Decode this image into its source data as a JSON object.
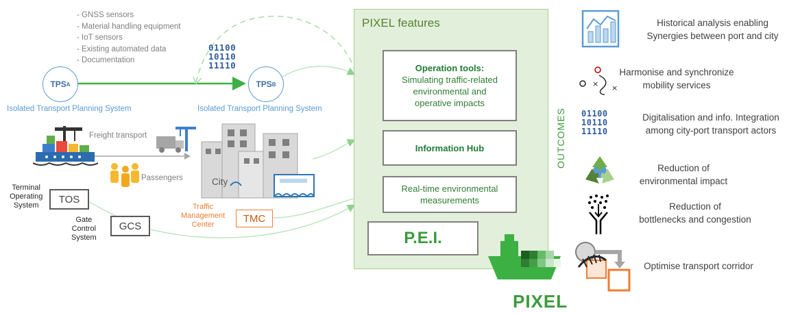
{
  "data_sources": [
    "- GNSS sensors",
    "- Material handling equipment",
    "- IoT sensors",
    "- Existing automated data",
    "- Documentation"
  ],
  "binary": [
    "01100",
    "10110",
    "11110"
  ],
  "tps_a": {
    "main": "TPS",
    "sub": "A",
    "label": "Isolated Transport Planning System"
  },
  "tps_b": {
    "main": "TPS",
    "sub": "B",
    "label": "Isolated Transport Planning System"
  },
  "flows": {
    "freight": "Freight transport",
    "passengers": "Passengers",
    "city": "City"
  },
  "tos": {
    "box": "TOS",
    "label": [
      "Terminal",
      "Operating",
      "System"
    ]
  },
  "gcs": {
    "box": "GCS",
    "label": [
      "Gate",
      "Control",
      "System"
    ]
  },
  "tmc": {
    "box": "TMC",
    "label": [
      "Traffic",
      "Management",
      "Center"
    ]
  },
  "panel": {
    "title": "PIXEL features",
    "operation_title": "Operation tools:",
    "operation_lines": [
      "Simulating traffic-related",
      "environmental and",
      "operative impacts"
    ],
    "hub": "Information Hub",
    "realtime_lines": [
      "Real-time environmental",
      "measurements"
    ],
    "pei": "P.E.I."
  },
  "outcomes_label": "OUTCOMES",
  "outcomes": [
    {
      "icon": "chart-icon",
      "lines": [
        "Historical analysis enabling",
        "Synergies between port and city"
      ]
    },
    {
      "icon": "strategy-icon",
      "lines": [
        "Harmonise and synchronize",
        "mobility services"
      ]
    },
    {
      "icon": "binary-icon",
      "lines": [
        "Digitalisation and info. Integration",
        "among city-port transport actors"
      ]
    },
    {
      "icon": "recycle-icon",
      "lines": [
        "Reduction of",
        "environmental impact"
      ]
    },
    {
      "icon": "funnel-icon",
      "lines": [
        "Reduction of",
        "bottlenecks and congestion"
      ]
    },
    {
      "icon": "corridor-icon",
      "lines": [
        "Optimise transport corridor"
      ]
    }
  ],
  "logo": "PIXEL",
  "colors": {
    "green": "#3a9b3a",
    "panel_bg": "#e2efda",
    "blue": "#5b9bd5",
    "orange": "#ed7d31"
  }
}
